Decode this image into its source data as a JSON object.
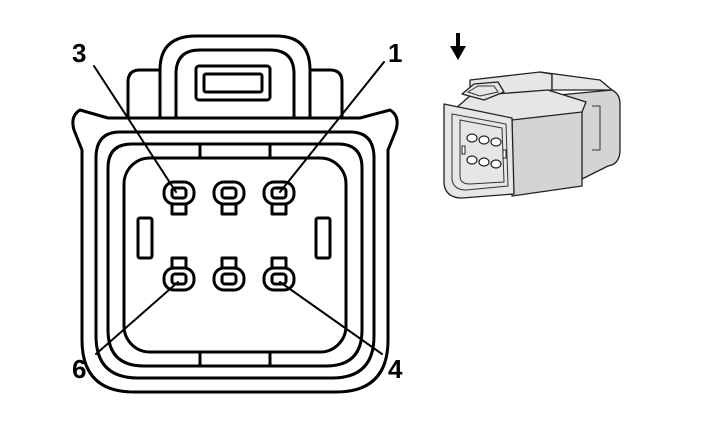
{
  "pin_labels": {
    "pin1": "1",
    "pin3": "3",
    "pin4": "4",
    "pin6": "6"
  },
  "view_direction_icon": "down-arrow-icon"
}
